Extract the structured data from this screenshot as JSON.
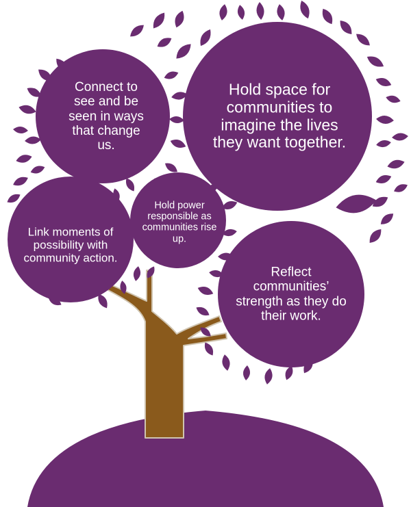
{
  "colors": {
    "purple": "#6a2c70",
    "trunk": "#8a5a1c",
    "trunk_outline": "#cfc4b0",
    "background": "#ffffff",
    "text": "#ffffff"
  },
  "bubbles": [
    {
      "id": "connect",
      "text": "Connect to see and be seen in ways that change us."
    },
    {
      "id": "hold-space",
      "text": "Hold space for communities to imagine the lives they want together."
    },
    {
      "id": "link",
      "text": "Link moments of possibility with community action."
    },
    {
      "id": "hold-power",
      "text": "Hold power responsible as communities rise up."
    },
    {
      "id": "reflect",
      "text": "Reflect communities’ strength as they do their work."
    }
  ]
}
